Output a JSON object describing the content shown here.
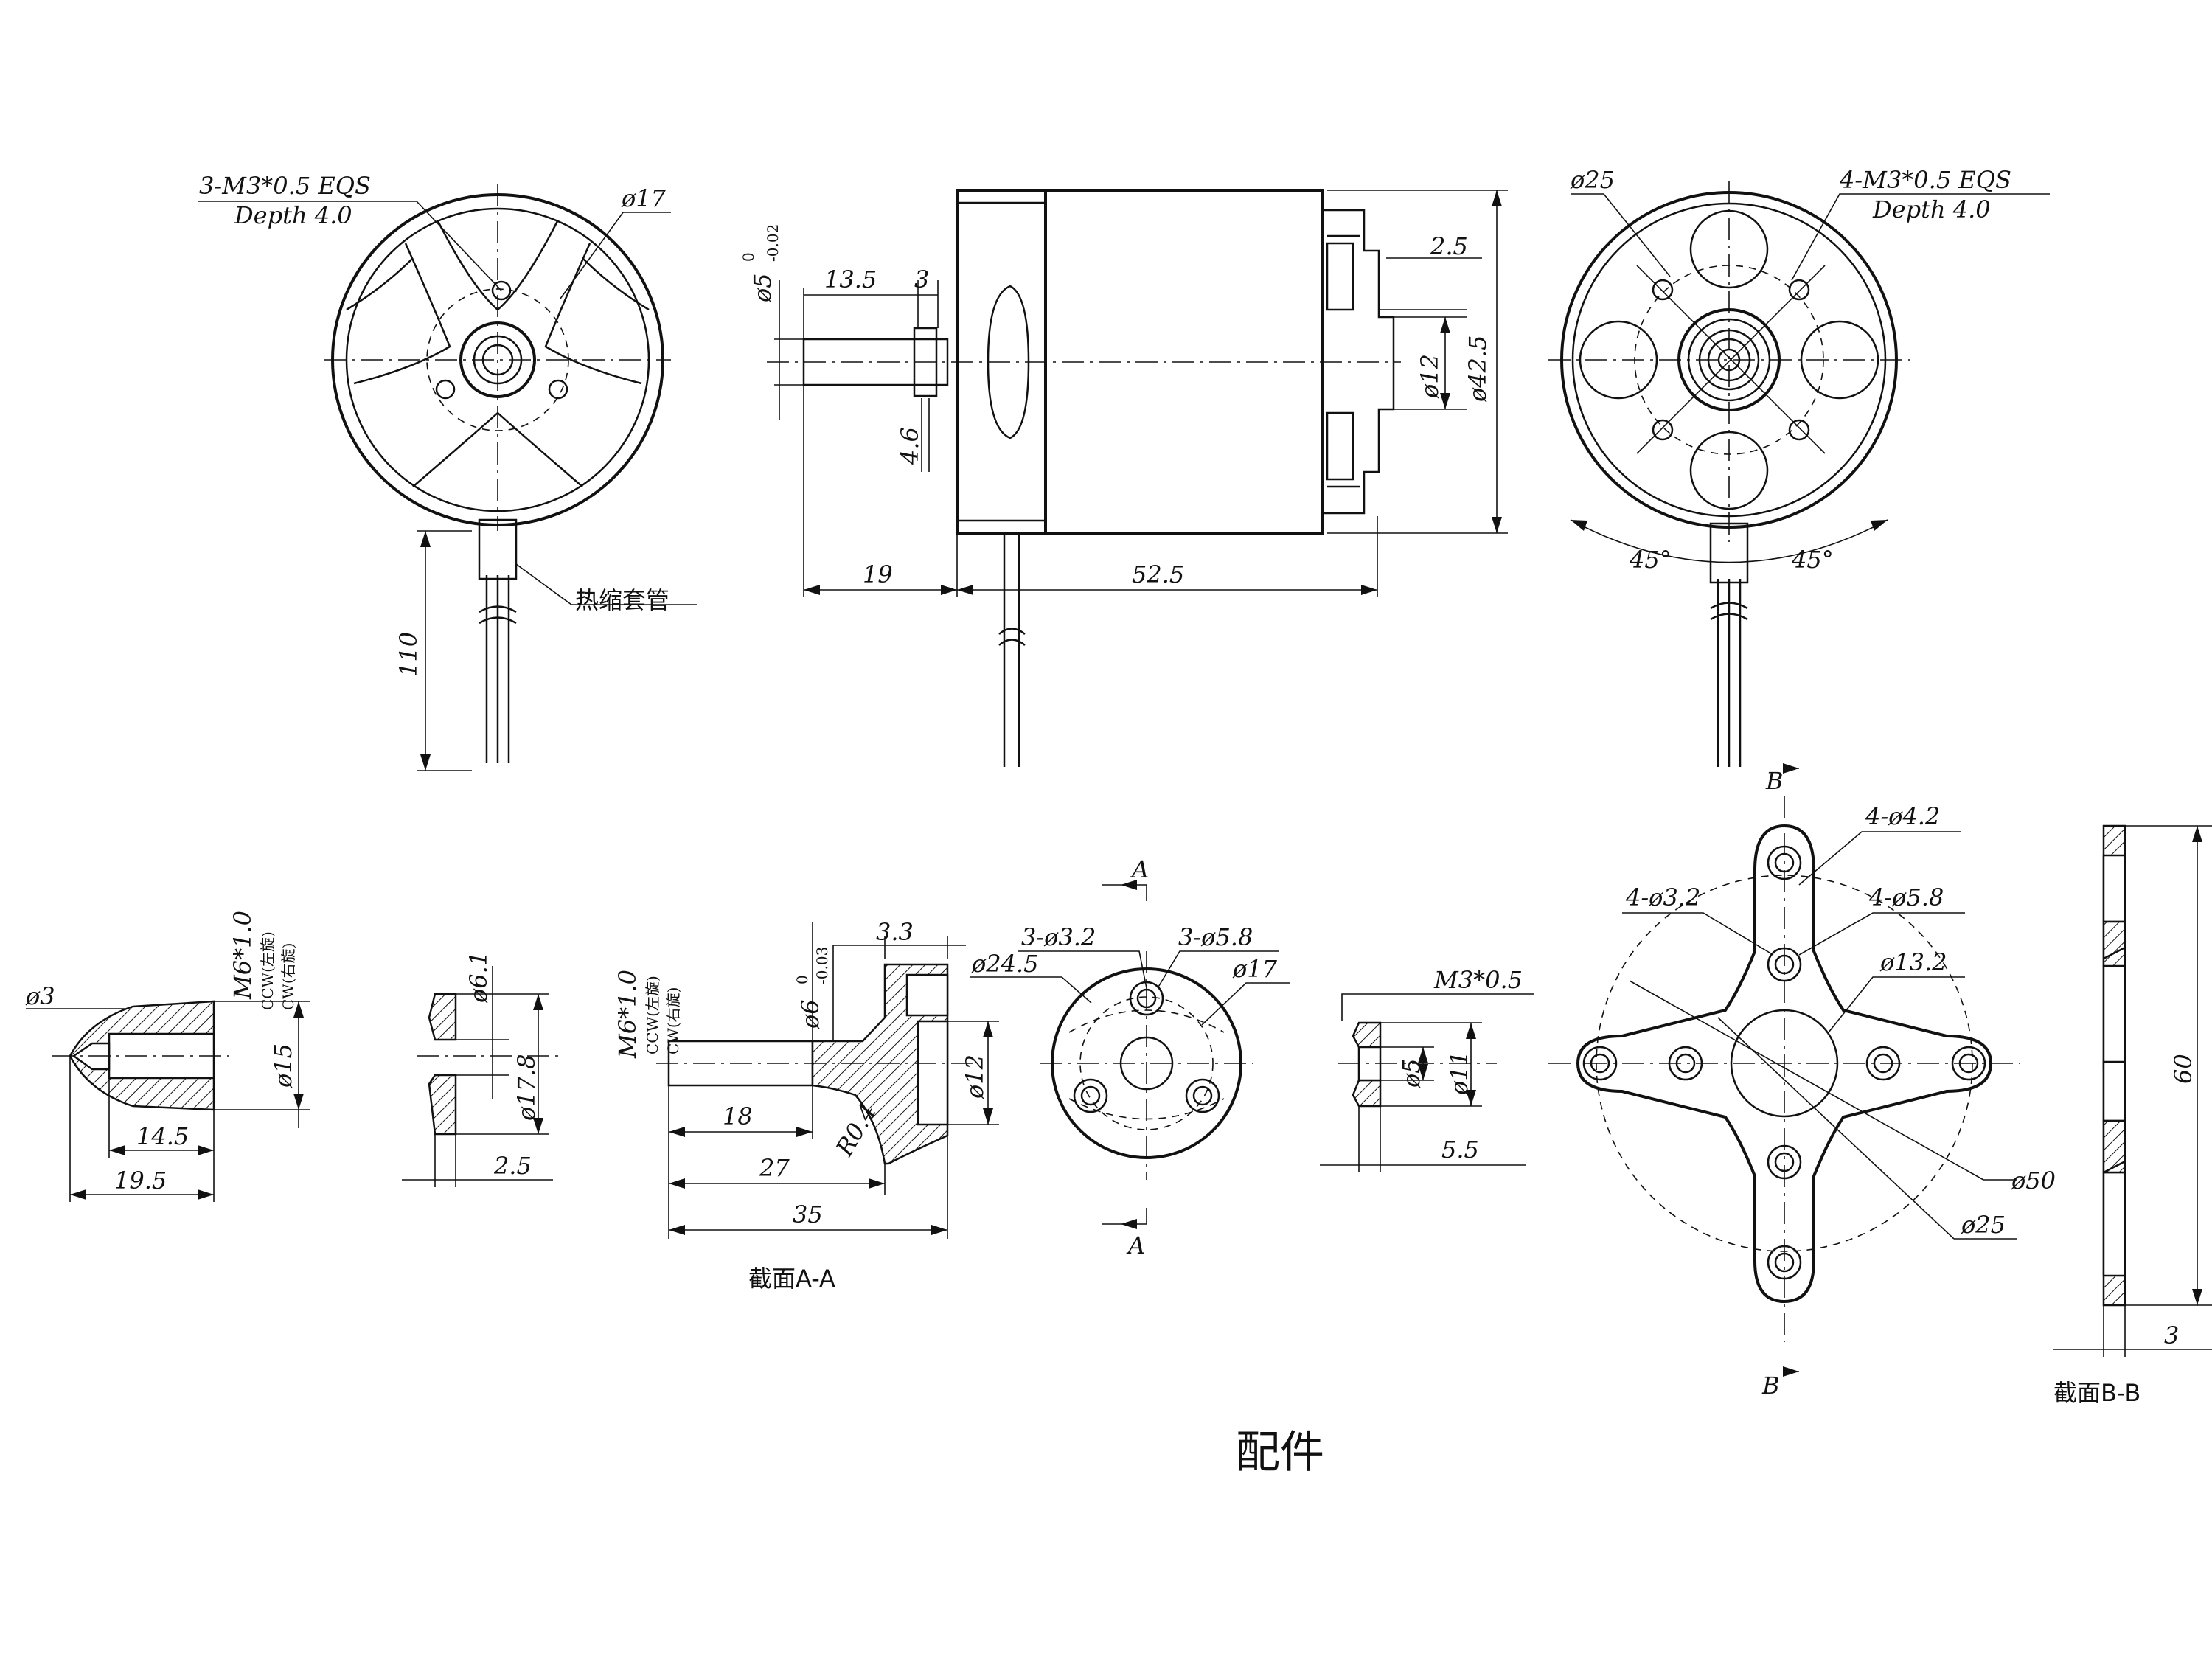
{
  "motor": {
    "front": {
      "thread_note": "3-M3*0.5 EQS",
      "depth_note": "Depth 4.0",
      "bolt_circle": "ø17",
      "lead_length": "110",
      "sleeve_label": "热缩套管"
    },
    "side": {
      "shaft_dia": "ø5",
      "shaft_tol_upper": "0",
      "shaft_tol_lower": "-0.02",
      "dim_13_5": "13.5",
      "dim_3": "3",
      "dim_4_6": "4.6",
      "dim_19": "19",
      "dim_52_5": "52.5",
      "dim_2_5": "2.5",
      "dim_d12": "ø12",
      "dim_d42_5": "ø42.5"
    },
    "rear": {
      "bolt_circle": "ø25",
      "thread_note": "4-M3*0.5 EQS",
      "depth_note": "Depth 4.0",
      "angle_left": "45°",
      "angle_right": "45°"
    }
  },
  "accessories": {
    "title": "配件",
    "spinner": {
      "d3": "ø3",
      "thread": "M6*1.0",
      "ccw": "CCW(左旋)",
      "cw": "CW(右旋)",
      "d15": "ø15",
      "l14_5": "14.5",
      "l19_5": "19.5"
    },
    "washer": {
      "d6_1": "ø6.1",
      "d17_8": "ø17.8",
      "t2_5": "2.5"
    },
    "prop_adapter": {
      "thread": "M6*1.0",
      "ccw": "CCW(左旋)",
      "cw": "CW(右旋)",
      "bore": "ø6",
      "bore_tol_upper": "0",
      "bore_tol_lower": "-0.03",
      "dim_3_3": "3.3",
      "dim_d12": "ø12",
      "dim_18": "18",
      "dim_27": "27",
      "dim_35": "35",
      "radius": "R0.4",
      "section_label": "截面A-A"
    },
    "adapter_face": {
      "holes_small": "3-ø3.2",
      "holes_large": "3-ø5.8",
      "d24_5": "ø24.5",
      "d17": "ø17",
      "cut_a": "A"
    },
    "nut": {
      "thread": "M3*0.5",
      "d5": "ø5",
      "d11": "ø11",
      "l5_5": "5.5"
    },
    "mount": {
      "cut_b": "B",
      "h4_d4_2": "4-ø4.2",
      "h4_d3_2": "4-ø3.2",
      "h4_d5_8": "4-ø5.8",
      "d13_2": "ø13.2",
      "d50": "ø50",
      "d25": "ø25"
    },
    "mount_section": {
      "h60": "60",
      "t3": "3",
      "section_label": "截面B-B"
    }
  }
}
